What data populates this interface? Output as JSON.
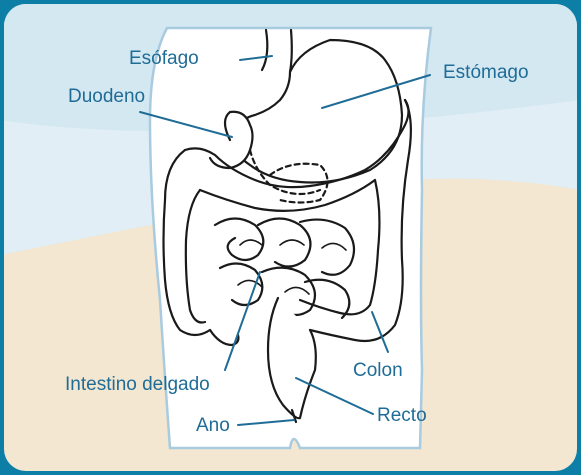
{
  "colors": {
    "frame": "#0d7fa6",
    "sky_top": "#d4e8f2",
    "sky_bottom": "#e3eff5",
    "sand": "#f3e7d1",
    "body_fill": "#ffffff",
    "body_outline": "#a8cbe0",
    "organ_stroke": "#1a1a1a",
    "label_color": "#1f6c96",
    "leader_color": "#1f6c96"
  },
  "labels": {
    "esofago": "Esófago",
    "duodeno": "Duodeno",
    "estomago": "Estómago",
    "colon": "Colon",
    "intestino_delgado": "Intestino delgado",
    "ano": "Ano",
    "recto": "Recto"
  }
}
